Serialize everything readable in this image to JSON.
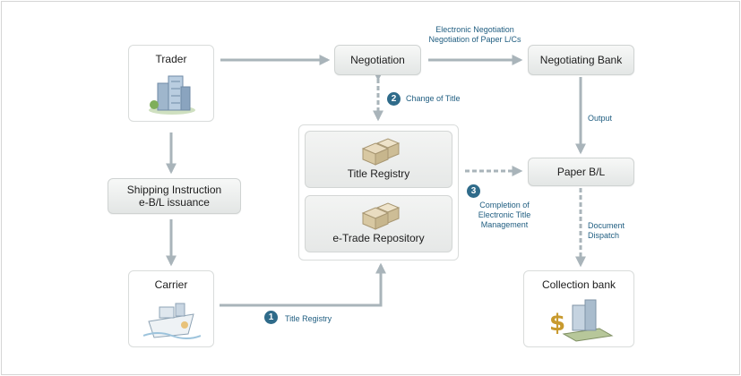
{
  "nodes": {
    "trader": "Trader",
    "negotiation": "Negotiation",
    "negotiating_bank": "Negotiating Bank",
    "shipping_instruction": [
      "Shipping Instruction",
      "e-B/L issuance"
    ],
    "title_registry": "Title Registry",
    "etrade_repository": "e-Trade Repository",
    "paper_bl": "Paper B/L",
    "carrier": "Carrier",
    "collection_bank": "Collection bank"
  },
  "labels": {
    "electronic_negotiation": [
      "Electronic Negotiation",
      "Negotiation of Paper L/Cs"
    ],
    "change_of_title": "Change of Title",
    "output": "Output",
    "completion": [
      "Completion of",
      "Electronic Title",
      "Management"
    ],
    "document_dispatch": [
      "Document",
      "Dispatch"
    ],
    "title_registry_step": "Title Registry"
  },
  "steps": {
    "one": "1",
    "two": "2",
    "three": "3"
  },
  "colors": {
    "arrow": "#a9b4ba",
    "note_text": "#1f5d80",
    "badge": "#2f6b8a"
  },
  "icons": [
    "building-icon",
    "boxes-icon",
    "ship-icon",
    "bank-money-icon"
  ]
}
